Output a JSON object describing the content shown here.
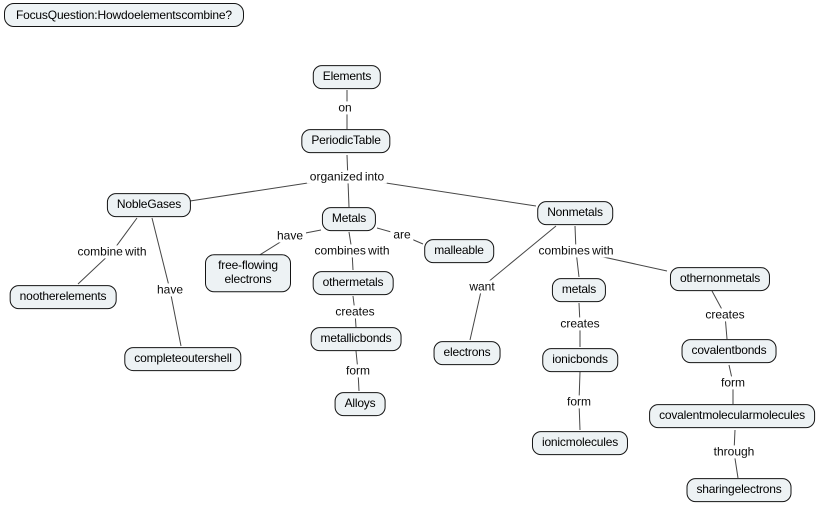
{
  "focus_question": "Focus Question: How do elements combine?",
  "concepts": {
    "elements": "Elements",
    "periodic_table": "Periodic Table",
    "noble_gases": "Noble Gases",
    "metals": "Metals",
    "nonmetals": "Nonmetals",
    "no_other_elements": "no other elements",
    "complete_outer_shell": "complete outer shell",
    "free_flowing_electrons": "free-flowing electrons",
    "other_metals": "other metals",
    "malleable": "malleable",
    "metallic_bonds": "metallic bonds",
    "alloys": "Alloys",
    "electrons": "electrons",
    "metals_partner": "metals",
    "ionic_bonds": "ionic bonds",
    "ionic_molecules": "ionic molecules",
    "other_nonmetals": "other nonmetals",
    "covalent_bonds": "covalent bonds",
    "covalent_molecular_molecules": "covalent molecular molecules",
    "sharing_electrons": "sharing electrons"
  },
  "links": {
    "on": "on",
    "organized_into": "organized into",
    "combine_with": "combine with",
    "have": "have",
    "combines_with": "combines with",
    "are": "are",
    "creates": "creates",
    "form": "form",
    "want": "want",
    "through": "through"
  },
  "edges": [
    {
      "from": "Elements",
      "label": "on",
      "to": "Periodic Table"
    },
    {
      "from": "Periodic Table",
      "label": "organized into",
      "to": "Noble Gases"
    },
    {
      "from": "Periodic Table",
      "label": "organized into",
      "to": "Metals"
    },
    {
      "from": "Periodic Table",
      "label": "organized into",
      "to": "Nonmetals"
    },
    {
      "from": "Noble Gases",
      "label": "combine with",
      "to": "no other elements"
    },
    {
      "from": "Noble Gases",
      "label": "have",
      "to": "complete outer shell"
    },
    {
      "from": "Metals",
      "label": "have",
      "to": "free-flowing electrons"
    },
    {
      "from": "Metals",
      "label": "combines with",
      "to": "other metals"
    },
    {
      "from": "Metals",
      "label": "are",
      "to": "malleable"
    },
    {
      "from": "other metals",
      "label": "creates",
      "to": "metallic bonds"
    },
    {
      "from": "metallic bonds",
      "label": "form",
      "to": "Alloys"
    },
    {
      "from": "Nonmetals",
      "label": "want",
      "to": "electrons"
    },
    {
      "from": "Nonmetals",
      "label": "combines with",
      "to": "metals"
    },
    {
      "from": "Nonmetals",
      "label": "combines with",
      "to": "other nonmetals"
    },
    {
      "from": "metals",
      "label": "creates",
      "to": "ionic bonds"
    },
    {
      "from": "ionic bonds",
      "label": "form",
      "to": "ionic molecules"
    },
    {
      "from": "other nonmetals",
      "label": "creates",
      "to": "covalent bonds"
    },
    {
      "from": "covalent bonds",
      "label": "form",
      "to": "covalent molecular molecules"
    },
    {
      "from": "covalent molecular molecules",
      "label": "through",
      "to": "sharing electrons"
    }
  ],
  "colors": {
    "background": "#ffffff",
    "node_fill": "#edf2f4",
    "node_border": "#141414",
    "edge_line": "#464646",
    "text": "#000000"
  }
}
